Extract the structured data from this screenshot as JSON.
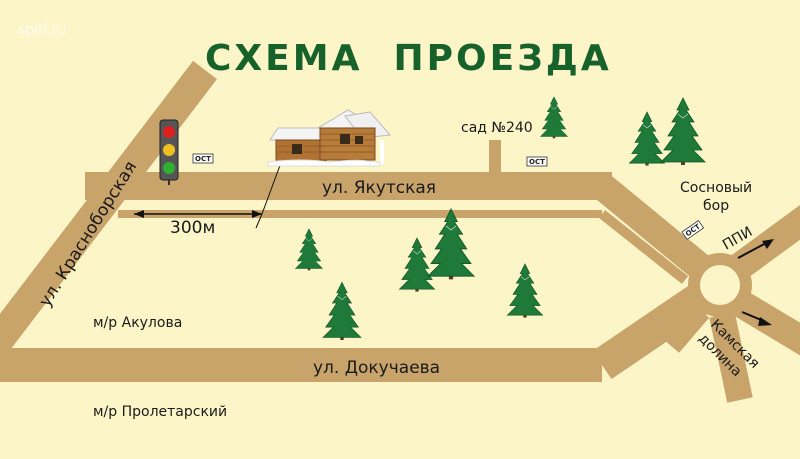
{
  "watermark": "spiti.ru",
  "title": "СХЕМА  ПРОЕЗДА",
  "streets": {
    "krasnoborskaya": "ул. Красноборская",
    "yakutskaya": "ул. Якутская",
    "dokuchaeva": "ул. Докучаева"
  },
  "places": {
    "akulova": "м/р Акулова",
    "proletarsky": "м/р Пролетарский",
    "sad": "сад №240",
    "sosnovy_bor_line1": "Сосновый",
    "sosnovy_bor_line2": "бор",
    "ppi": "ППИ",
    "kamskaya_line1": "Камская",
    "kamskaya_line2": "долина"
  },
  "distance": "300м",
  "stop_label": "ОСТ",
  "colors": {
    "background": "#fbf5c8",
    "road": "#c9a46a",
    "road_edge": "#a58448",
    "title": "#17612b",
    "tree": "#1f7a3a"
  },
  "icons": [
    "traffic-light-icon",
    "house-icon",
    "fir-tree-icon",
    "bus-stop-sign-icon",
    "arrow-icon"
  ]
}
